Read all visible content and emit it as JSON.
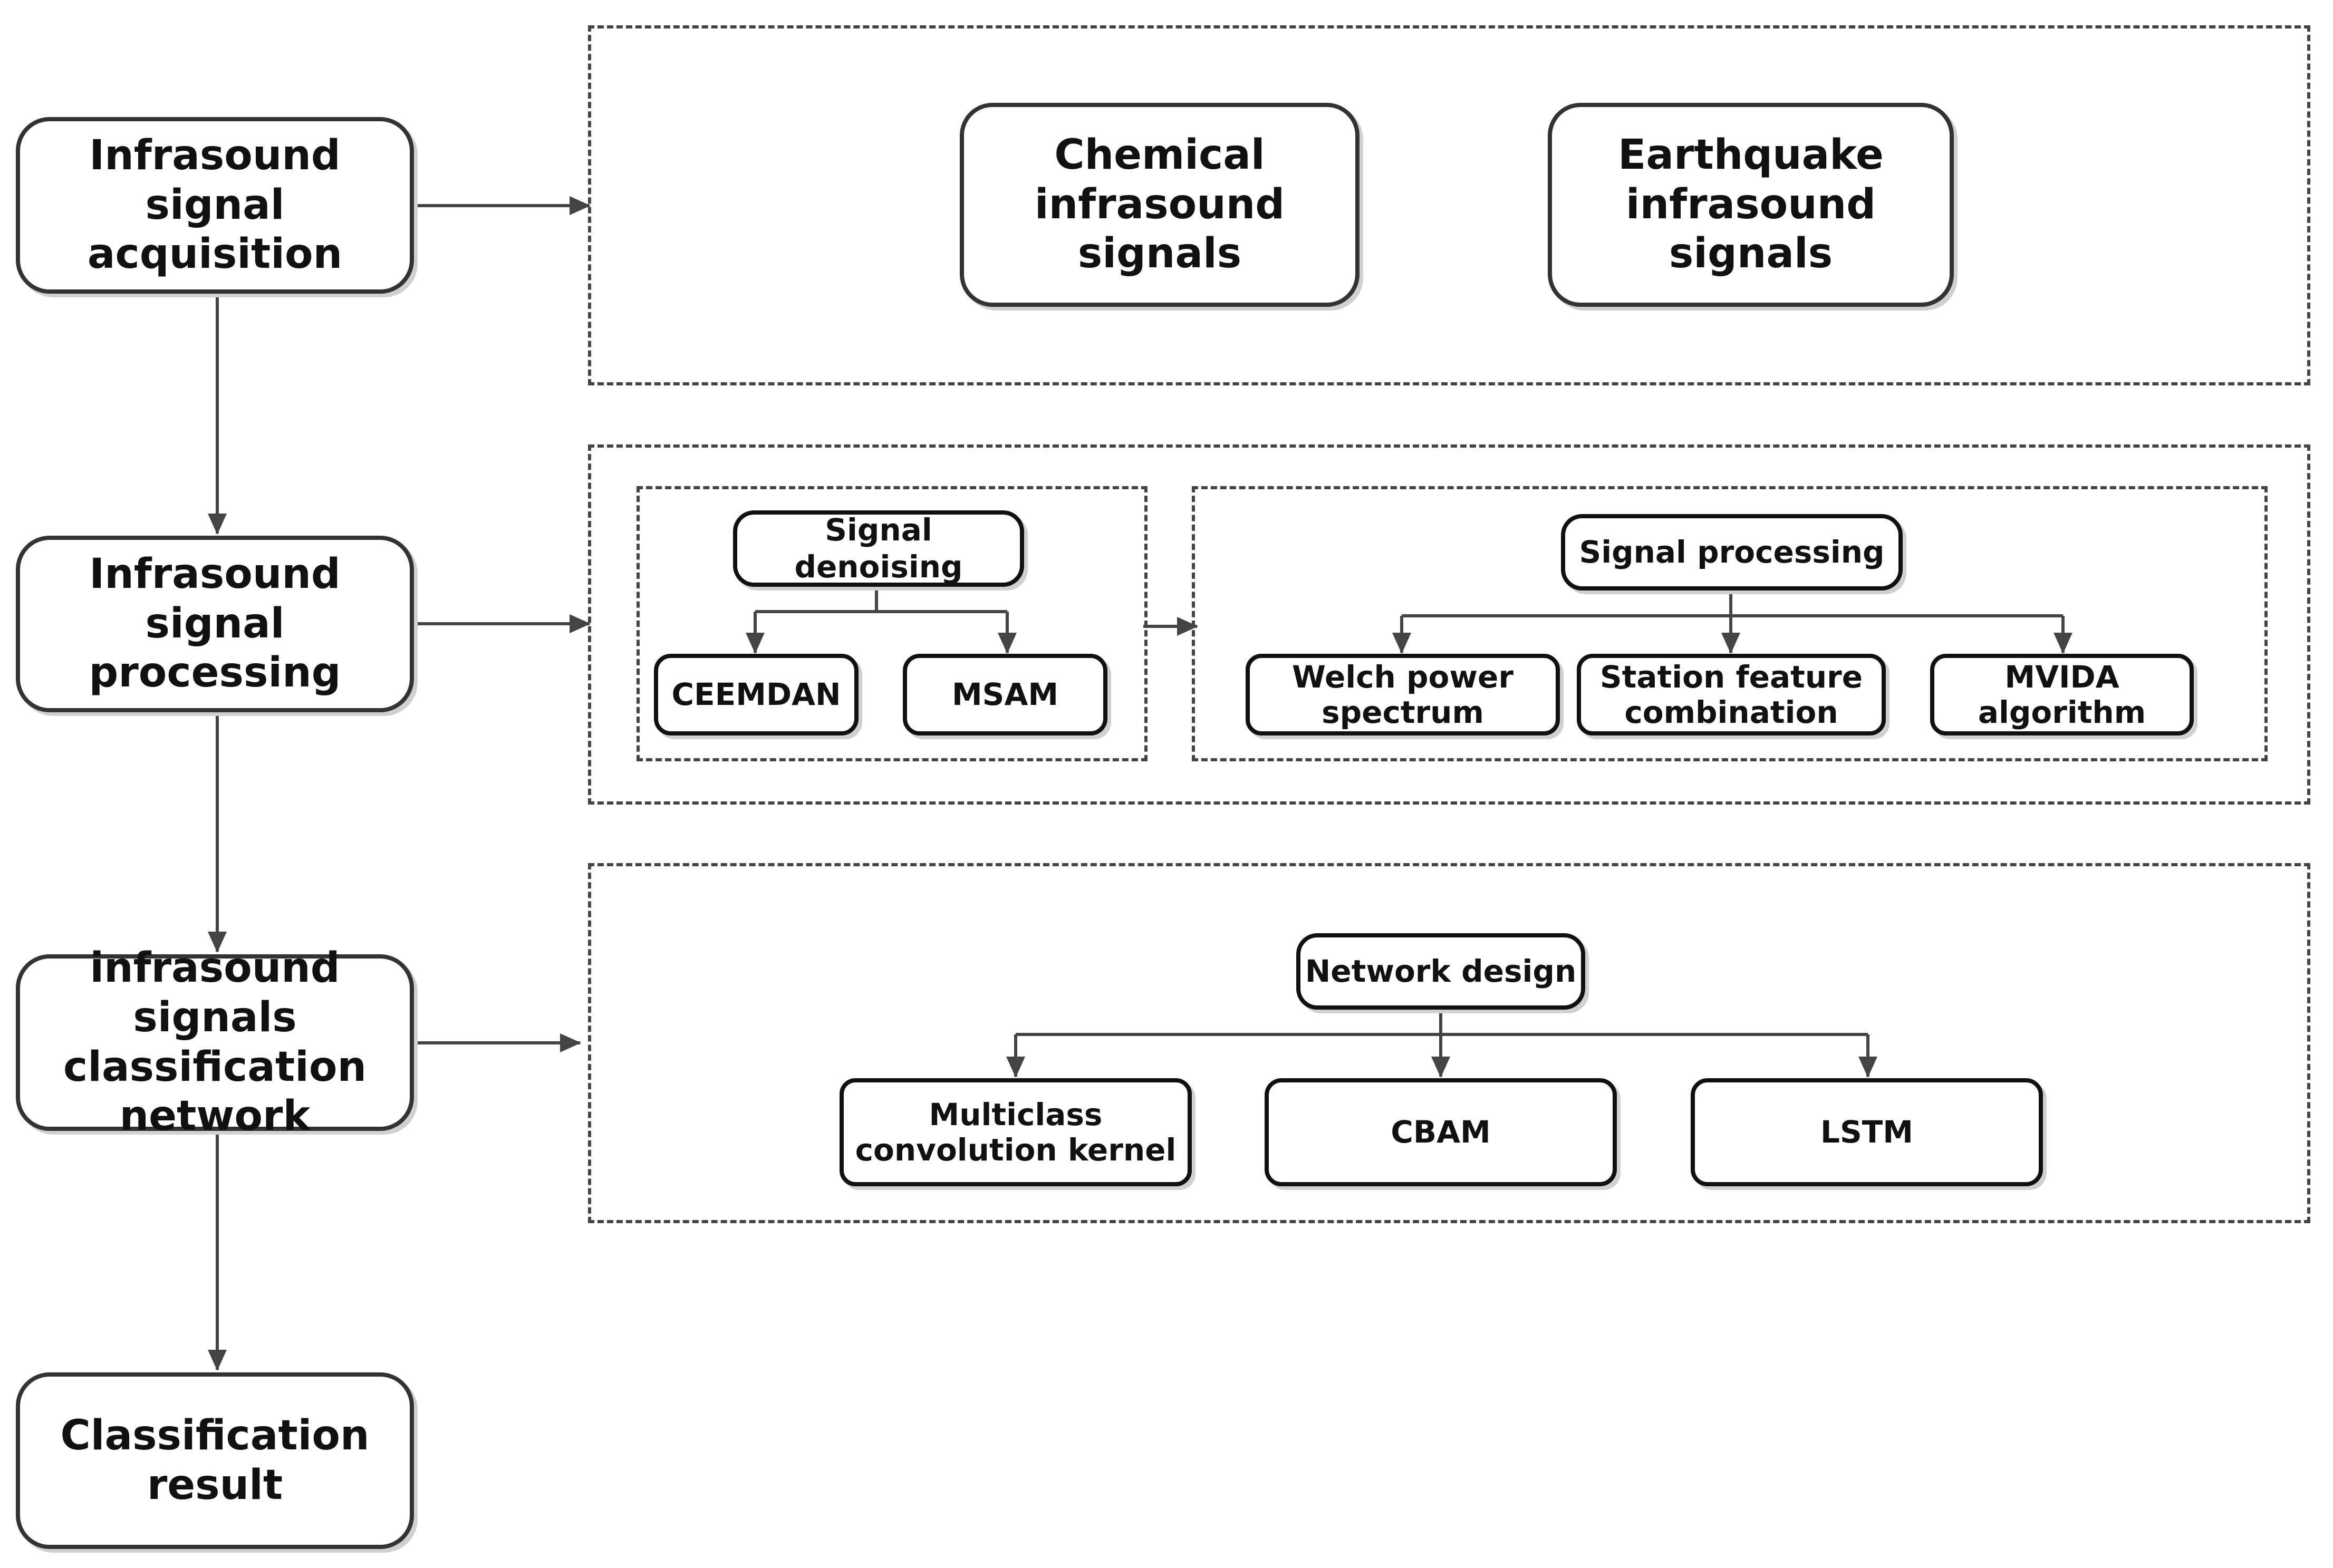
{
  "left_column": {
    "acquisition": "Infrasound signal\nacquisition",
    "processing": "Infrasound signal\nprocessing",
    "network": "infrasound signals\nclassification\nnetwork",
    "result": "Classification\nresult"
  },
  "acquisition_group": {
    "chemical": "Chemical\ninfrasound signals",
    "earthquake": "Earthquake\ninfrasound signals"
  },
  "processing_group": {
    "denoising": {
      "title": "Signal denoising",
      "children": [
        "CEEMDAN",
        "MSAM"
      ]
    },
    "processing": {
      "title": "Signal processing",
      "children": [
        "Welch power\nspectrum",
        "Station feature\ncombination",
        "MVIDA\nalgorithm"
      ]
    }
  },
  "network_group": {
    "title": "Network design",
    "children": [
      "Multiclass\nconvolution kernel",
      "CBAM",
      "LSTM"
    ]
  },
  "colors": {
    "line": "#444444",
    "border": "#111111",
    "shadow": "#d0d0d0"
  }
}
